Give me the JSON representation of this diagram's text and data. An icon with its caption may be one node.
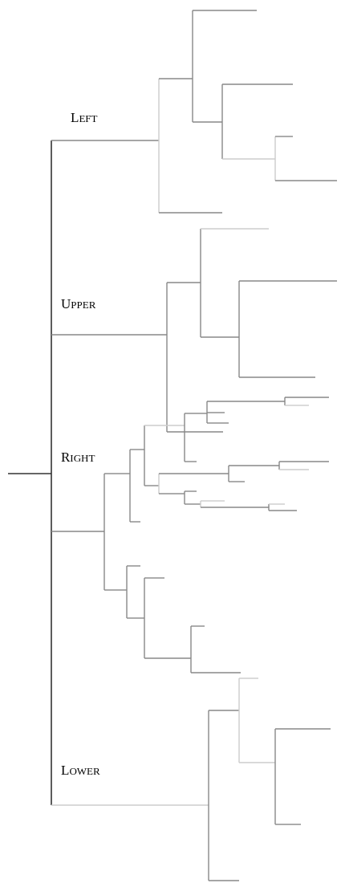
{
  "diagram": {
    "labels": [
      "LEFT",
      "UPPER",
      "RIGHT",
      "LOWER"
    ]
  }
}
